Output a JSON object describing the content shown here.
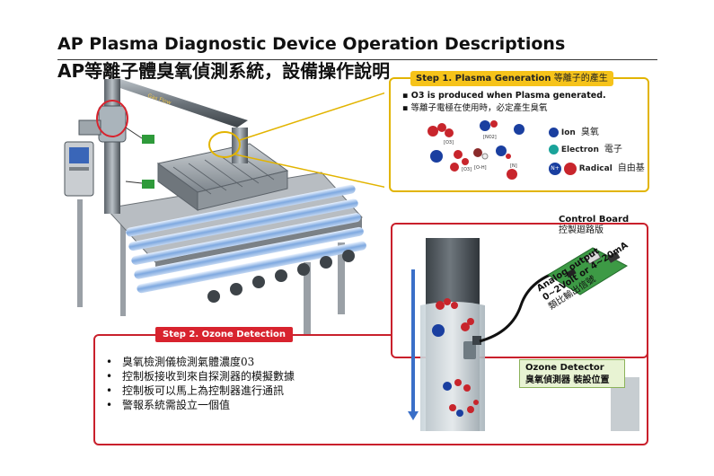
{
  "header": {
    "title_en": "AP Plasma Diagnostic Device Operation Descriptions",
    "title_zh": "AP等離子體臭氧偵測系統，設備操作說明"
  },
  "step1": {
    "label_bold": "Step 1. Plasma Generation",
    "label_zh": "等離子的產生",
    "bullets": [
      "O3 is produced when Plasma generated.",
      "等離子電極在使用時，必定產生臭氧"
    ],
    "molecule_labels": [
      "[O3]",
      "[NO2]",
      "[O3]",
      "[O-H]",
      "[N]"
    ],
    "legend": [
      {
        "symbol": "",
        "en": "Ion",
        "zh": "臭氧"
      },
      {
        "symbol": "",
        "en": "Electron",
        "zh": "電子"
      },
      {
        "symbol": "N+",
        "en": "Radical",
        "zh": "自由基"
      }
    ]
  },
  "step2": {
    "label": "Step 2. Ozone Detection",
    "bullets": [
      "臭氧檢測儀檢測氣體濃度03",
      "控制板接收到來自探測器的模擬數據",
      "控制板可以馬上為控制器進行通訊",
      "警報系統需設立一個值"
    ]
  },
  "control_board": {
    "title": "Control Board",
    "subtitle": "控製廻路版"
  },
  "analog_output": {
    "line1": "Analog output",
    "line2": "0~2Volt or 4~20mA",
    "line3": "類比輸出信號"
  },
  "ozone_detector": {
    "title": "Ozone Detector",
    "subtitle": "臭氧偵測器 裝設位置"
  },
  "pipe_label": "Gas Flow",
  "colors": {
    "step1_border": "#e2b400",
    "step2_border": "#c9202c",
    "ozone_red": "#c8252c",
    "ion_blue": "#1a3fa0",
    "electron_teal": "#1aa39a"
  }
}
